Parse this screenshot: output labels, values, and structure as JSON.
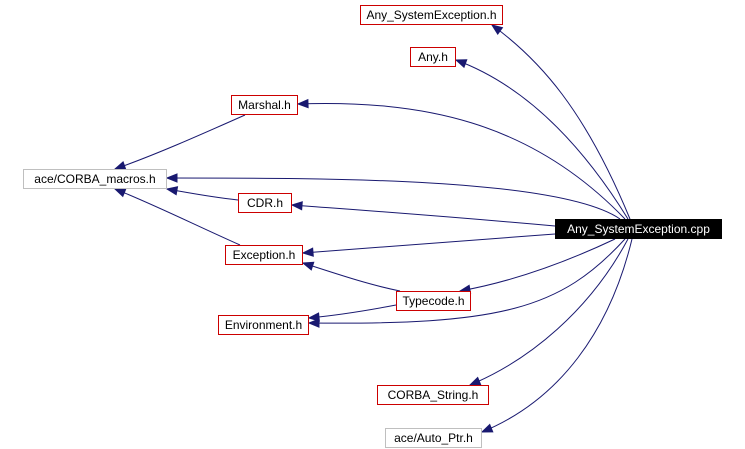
{
  "diagram": {
    "colors": {
      "edge": "#191970",
      "linked_border": "#cc0000",
      "plain_border": "#bfbfbf",
      "focus_fill": "#000000",
      "focus_text": "#ffffff"
    },
    "nodes": {
      "any_system_exception_cpp": "Any_SystemException.cpp",
      "any_system_exception_h": "Any_SystemException.h",
      "any_h": "Any.h",
      "marshal_h": "Marshal.h",
      "ace_corba_macros_h": "ace/CORBA_macros.h",
      "cdr_h": "CDR.h",
      "exception_h": "Exception.h",
      "typecode_h": "Typecode.h",
      "environment_h": "Environment.h",
      "corba_string_h": "CORBA_String.h",
      "ace_auto_ptr_h": "ace/Auto_Ptr.h"
    },
    "edges": [
      {
        "from": "any_system_exception_cpp",
        "to": "any_system_exception_h"
      },
      {
        "from": "any_system_exception_cpp",
        "to": "any_h"
      },
      {
        "from": "any_system_exception_cpp",
        "to": "marshal_h"
      },
      {
        "from": "any_system_exception_cpp",
        "to": "ace_corba_macros_h"
      },
      {
        "from": "any_system_exception_cpp",
        "to": "cdr_h"
      },
      {
        "from": "any_system_exception_cpp",
        "to": "exception_h"
      },
      {
        "from": "any_system_exception_cpp",
        "to": "typecode_h"
      },
      {
        "from": "any_system_exception_cpp",
        "to": "environment_h"
      },
      {
        "from": "any_system_exception_cpp",
        "to": "corba_string_h"
      },
      {
        "from": "any_system_exception_cpp",
        "to": "ace_auto_ptr_h"
      },
      {
        "from": "marshal_h",
        "to": "ace_corba_macros_h"
      },
      {
        "from": "cdr_h",
        "to": "ace_corba_macros_h"
      },
      {
        "from": "exception_h",
        "to": "ace_corba_macros_h"
      },
      {
        "from": "typecode_h",
        "to": "exception_h"
      },
      {
        "from": "typecode_h",
        "to": "environment_h"
      }
    ]
  }
}
